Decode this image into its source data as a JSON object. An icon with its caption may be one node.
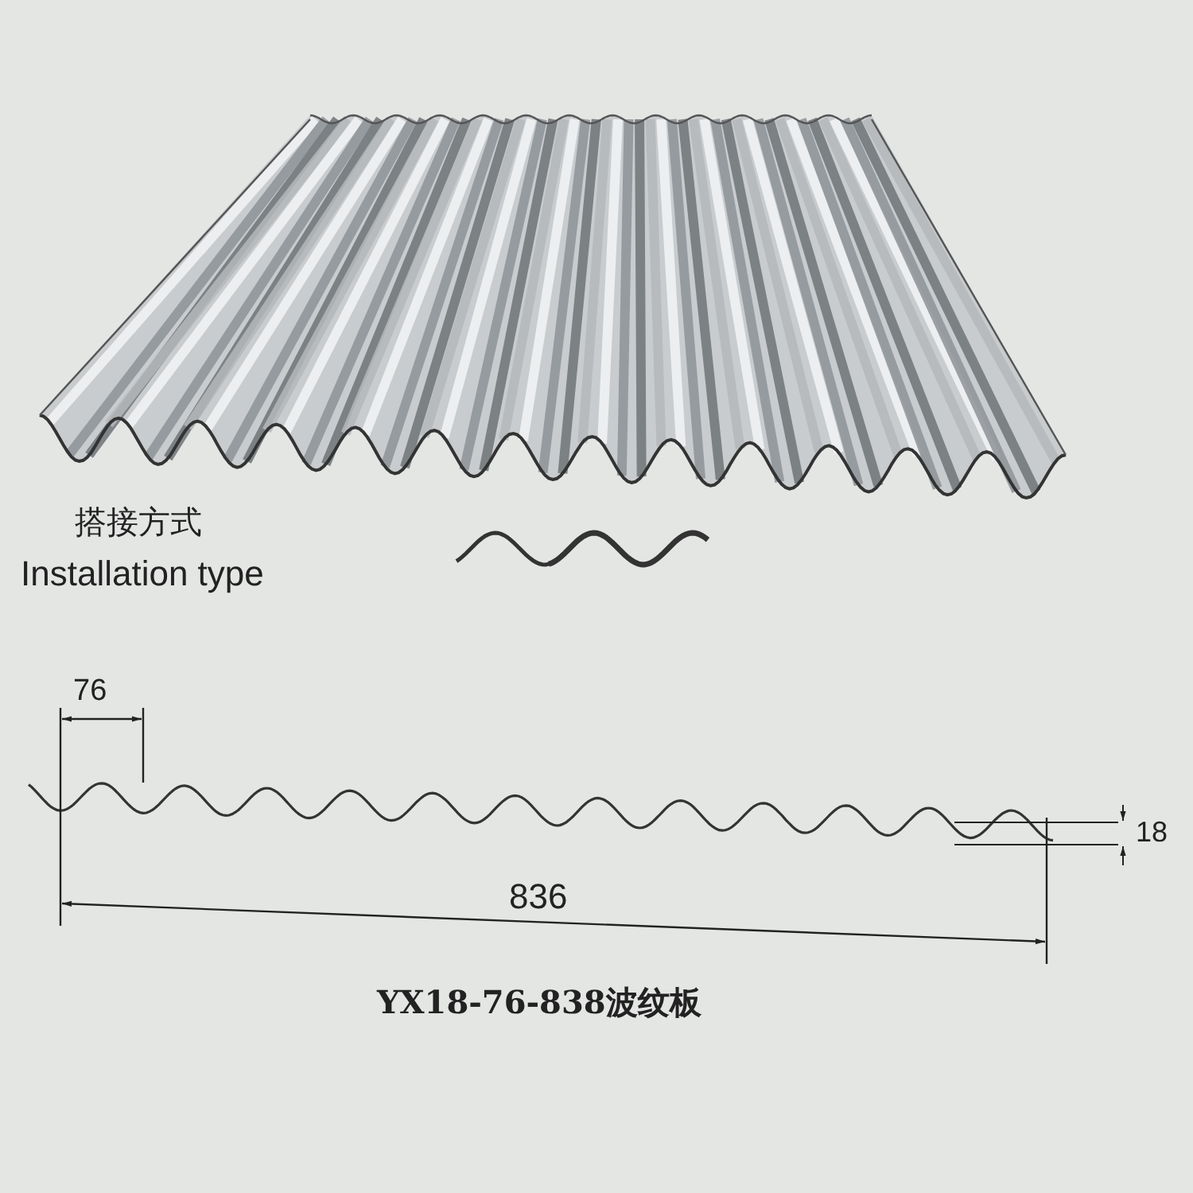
{
  "diagram": {
    "caption": "YX18-76-838波纹板",
    "labels": [
      "搭接方式",
      "Installation type",
      "76",
      "836",
      "18"
    ]
  }
}
